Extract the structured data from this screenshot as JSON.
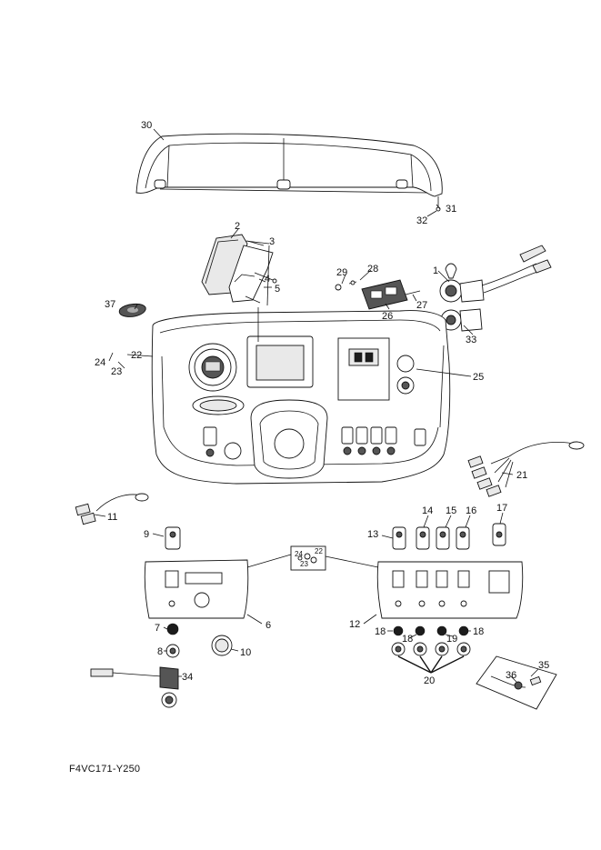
{
  "diagram": {
    "figure_code": "F4VC171-Y250",
    "labels": {
      "p1": "1",
      "p2": "2",
      "p3": "3",
      "p4": "4",
      "p5": "5",
      "p6": "6",
      "p7": "7",
      "p8": "8",
      "p9": "9",
      "p10": "10",
      "p11": "11",
      "p12": "12",
      "p13": "13",
      "p14": "14",
      "p15": "15",
      "p16": "16",
      "p17": "17",
      "p18a": "18",
      "p18b": "18",
      "p18c": "18",
      "p19": "19",
      "p20": "20",
      "p21": "21",
      "p22": "22",
      "p23": "23",
      "p24": "24",
      "p25": "25",
      "p26": "26",
      "p27": "27",
      "p28": "28",
      "p29": "29",
      "p30": "30",
      "p31": "31",
      "p32": "32",
      "p33": "33",
      "p34": "34",
      "p35": "35",
      "p36": "36",
      "p37": "37",
      "inset22": "22",
      "inset23": "23",
      "inset24": "24"
    }
  }
}
